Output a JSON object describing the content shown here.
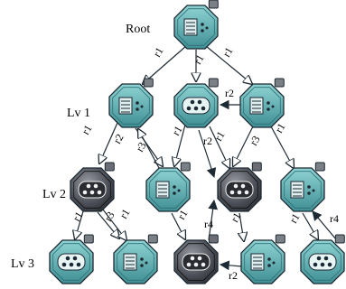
{
  "levels": {
    "root": "Root",
    "lv1": "Lv 1",
    "lv2": "Lv 2",
    "lv3": "Lv 3"
  },
  "colors": {
    "teal_fill": "#5fb7ba",
    "teal_dark": "#3f8f94",
    "dark_fill": "#3a3d45",
    "dark_mid": "#8a8d95",
    "stroke": "#1e2a33"
  },
  "nodes": [
    {
      "id": "root",
      "level": "root",
      "style": "teal",
      "icon": "list-window"
    },
    {
      "id": "a1",
      "level": "lv1",
      "style": "teal",
      "icon": "list-window"
    },
    {
      "id": "a2",
      "level": "lv1",
      "style": "teal",
      "icon": "dots"
    },
    {
      "id": "a3",
      "level": "lv1",
      "style": "teal",
      "icon": "list-window"
    },
    {
      "id": "b1",
      "level": "lv2",
      "style": "dark",
      "icon": "dots"
    },
    {
      "id": "b2",
      "level": "lv2",
      "style": "teal",
      "icon": "list-window"
    },
    {
      "id": "b3",
      "level": "lv2",
      "style": "dark",
      "icon": "dots"
    },
    {
      "id": "b4",
      "level": "lv2",
      "style": "teal",
      "icon": "list-window"
    },
    {
      "id": "c1",
      "level": "lv3",
      "style": "teal",
      "icon": "dots"
    },
    {
      "id": "c2",
      "level": "lv3",
      "style": "teal",
      "icon": "list-window"
    },
    {
      "id": "c3",
      "level": "lv3",
      "style": "dark",
      "icon": "dots"
    },
    {
      "id": "c4",
      "level": "lv3",
      "style": "teal",
      "icon": "list-window"
    },
    {
      "id": "c5",
      "level": "lv3",
      "style": "teal",
      "icon": "dots"
    }
  ],
  "edges": [
    {
      "from": "root",
      "to": "a1",
      "label": "r1"
    },
    {
      "from": "root",
      "to": "a2",
      "label": "r1"
    },
    {
      "from": "root",
      "to": "a3",
      "label": "r1"
    },
    {
      "from": "a3",
      "to": "a2",
      "label": "r2"
    },
    {
      "from": "a1",
      "to": "b1",
      "label": "r1"
    },
    {
      "from": "a1",
      "to": "b2",
      "label": "r2"
    },
    {
      "from": "b2",
      "to": "a1",
      "label": "r3"
    },
    {
      "from": "a2",
      "to": "b2",
      "label": "r1"
    },
    {
      "from": "a2",
      "to": "b3",
      "label": "r2"
    },
    {
      "from": "a2",
      "to": "b3",
      "label": "r1"
    },
    {
      "from": "a3",
      "to": "b3",
      "label": "r3"
    },
    {
      "from": "a3",
      "to": "b4",
      "label": "r1"
    },
    {
      "from": "b1",
      "to": "c1",
      "label": "r1"
    },
    {
      "from": "b1",
      "to": "c2",
      "label": "r3"
    },
    {
      "from": "b1",
      "to": "c2",
      "label": "r1"
    },
    {
      "from": "b2",
      "to": "c3",
      "label": "r1"
    },
    {
      "from": "c3",
      "to": "b3",
      "label": "r4"
    },
    {
      "from": "b3",
      "to": "c4",
      "label": "r1"
    },
    {
      "from": "b4",
      "to": "c5",
      "label": "r1"
    },
    {
      "from": "c5",
      "to": "b4",
      "label": "r4"
    },
    {
      "from": "c4",
      "to": "c3",
      "label": "r2"
    }
  ]
}
